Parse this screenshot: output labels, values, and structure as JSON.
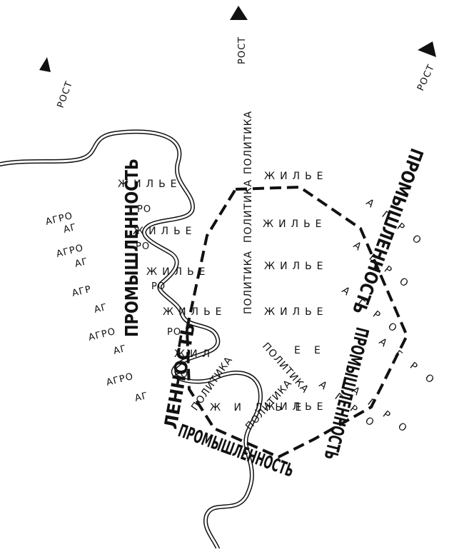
{
  "labels": {
    "growth": "РОСТ",
    "industry": "ПРОМЫШЛЕННОСТЬ",
    "industry_cut": "ЛЕННОСТЬ",
    "politics": "ПОЛИТИКА",
    "housing": "ЖИЛЬЕ",
    "housing_cut": "ЖИЛ",
    "housing_tail": "Ж И Л Ь Е",
    "housing_partial": "Е",
    "agro": "АГРО",
    "agro_cut": "АГ",
    "agro_mid": "АГР",
    "ro": "РО",
    "agro_spaced": "А Г Р О"
  },
  "colors": {
    "ink": "#111111",
    "paper": "#ffffff"
  },
  "icons": [
    "growth-arrow-icon"
  ]
}
